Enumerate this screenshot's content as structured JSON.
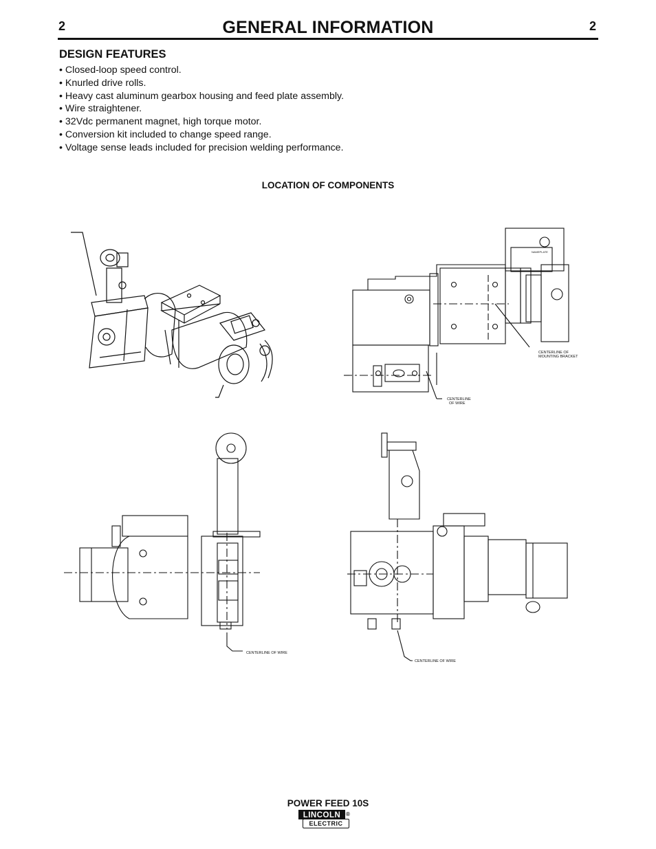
{
  "header": {
    "page_number_left": "2",
    "page_number_right": "2",
    "title": "GENERAL INFORMATION"
  },
  "design_features": {
    "heading": "DESIGN FEATURES",
    "items": [
      "Closed-loop speed control.",
      "Knurled drive rolls.",
      "Heavy cast aluminum gearbox housing and feed plate assembly.",
      "Wire straightener.",
      "32Vdc permanent magnet, high torque motor.",
      "Conversion kit included to change speed range.",
      "Voltage sense leads included for precision welding performance."
    ]
  },
  "location_of_components": {
    "heading": "LOCATION OF COMPONENTS",
    "callouts": {
      "mounting_bracket_line1": "CENTERLINE OF",
      "mounting_bracket_line2": "MOUNTING BRACKET",
      "wire_top_line1": "CENTERLINE",
      "wire_top_line2": "OF WIRE",
      "wire_bottom_left": "CENTERLINE OF WIRE",
      "wire_bottom_right": "CENTERLINE OF WIRE",
      "nameplate": "NAMEPLATE"
    }
  },
  "footer": {
    "product": "POWER FEED 10S",
    "logo_top": "LINCOLN",
    "logo_bottom": "ELECTRIC",
    "logo_mark": "®"
  }
}
